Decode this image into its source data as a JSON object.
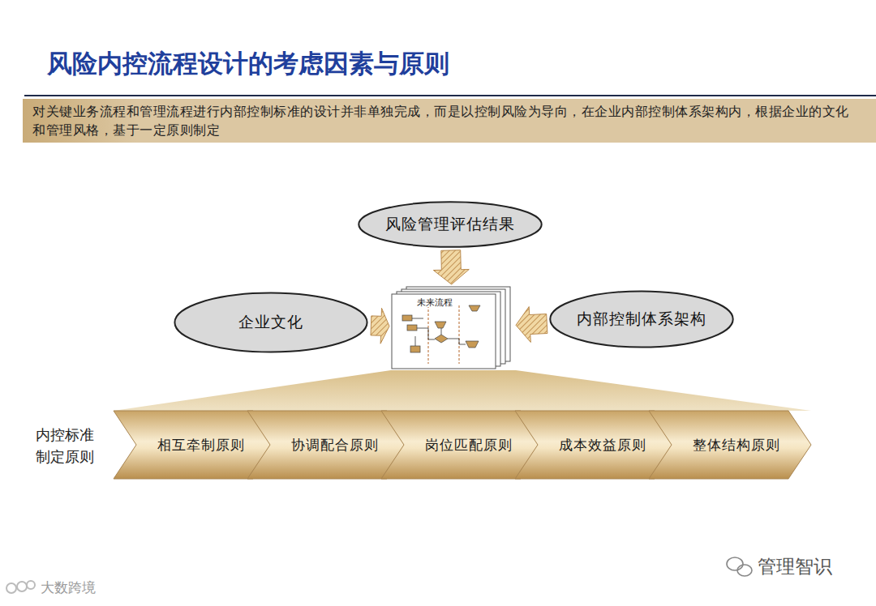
{
  "diagram": {
    "title": "风险内控流程设计的考虑因素与原则",
    "nodes": [
      {
        "text": [
          "对关键业务流程和管理流程进行内部控制标准的设计并非单独完成，而是以控制风险为导向，在企业内部控制体系架构内，根据企业的文化和管理风格，基于一定原则制定"
        ]
      },
      {
        "text": [
          "风险管理评估结果"
        ]
      },
      {
        "text": [
          "企业文化"
        ]
      },
      {
        "text": [
          "未来流程"
        ]
      },
      {
        "text": [
          "内部控制体系架构"
        ]
      },
      {
        "text": [
          "相互牵制原则"
        ]
      },
      {
        "text": [
          "协调配合原则"
        ]
      },
      {
        "text": [
          "岗位匹配原则"
        ]
      },
      {
        "text": [
          "成本效益原则"
        ]
      },
      {
        "text": [
          "整体结构原则"
        ]
      }
    ],
    "edges": [
      {
        "from": 1,
        "to": 3,
        "arrow": "to"
      },
      {
        "from": 2,
        "to": 3,
        "arrow": "to"
      },
      {
        "from": 4,
        "to": 3,
        "arrow": "to"
      }
    ],
    "labels": [
      "内控标准制定原则",
      "管理智识",
      "大数跨境"
    ]
  }
}
